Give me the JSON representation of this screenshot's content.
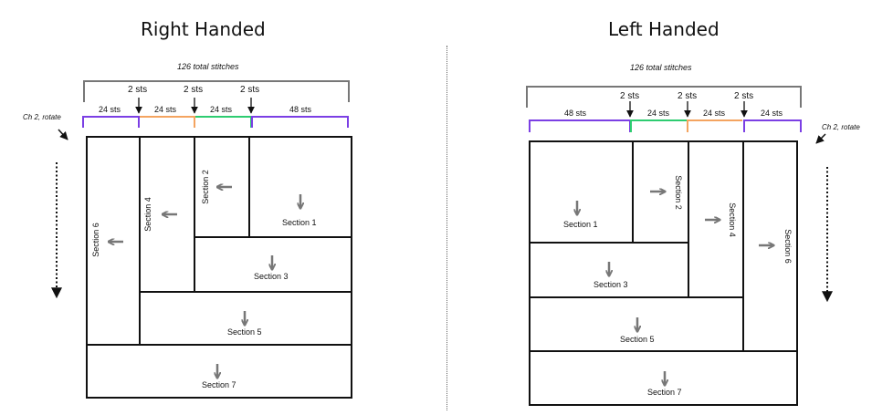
{
  "right": {
    "title": "Right Handed",
    "total": "126 total stitches",
    "rotate": "Ch 2, rotate",
    "segments": [
      "24 sts",
      "24 sts",
      "48 sts"
    ],
    "increases": [
      "2 sts",
      "2 sts",
      "2 sts"
    ],
    "sections": [
      "Section 1",
      "Section 2",
      "Section 3",
      "Section 4",
      "Section 5",
      "Section 6",
      "Section 7"
    ]
  },
  "left": {
    "title": "Left Handed",
    "total": "126 total stitches",
    "rotate": "Ch 2, rotate",
    "segments": [
      "48 sts",
      "24 sts",
      "24 sts",
      "24 sts"
    ],
    "increases": [
      "2 sts",
      "2 sts",
      "2 sts"
    ],
    "sections": [
      "Section 1",
      "Section 2",
      "Section 3",
      "Section 4",
      "Section 5",
      "Section 6",
      "Section 7"
    ]
  },
  "colors": {
    "purple": "#7b3fe4",
    "orange": "#f4a460",
    "green": "#2ecc71",
    "grey_arrow": "#777777",
    "line": "#111111"
  }
}
